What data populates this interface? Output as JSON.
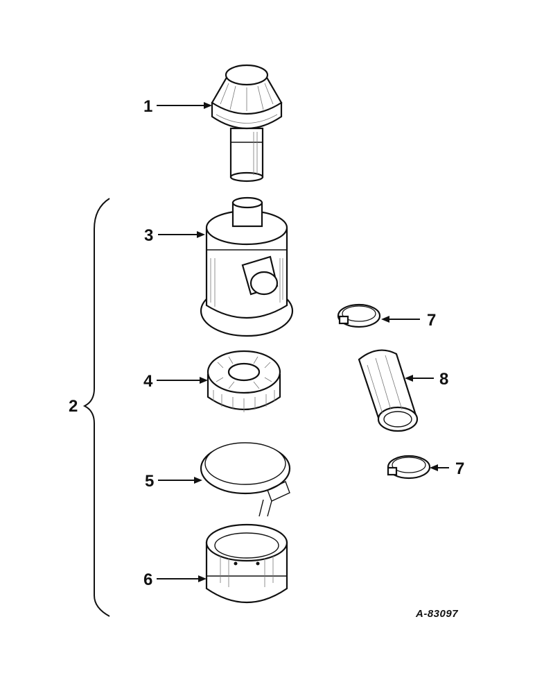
{
  "callouts": {
    "c1": "1",
    "c2": "2",
    "c3": "3",
    "c4": "4",
    "c5": "5",
    "c6": "6",
    "c7a": "7",
    "c7b": "7",
    "c8": "8"
  },
  "reference": "A-83097",
  "colors": {
    "ink": "#111111",
    "paper": "#ffffff",
    "shade": "#777777"
  },
  "icons": [
    "precleaner-cap-icon",
    "air-cleaner-body-icon",
    "filter-element-icon",
    "clamp-ring-icon",
    "oil-cup-icon",
    "hose-clamp-icon",
    "hose-icon"
  ]
}
